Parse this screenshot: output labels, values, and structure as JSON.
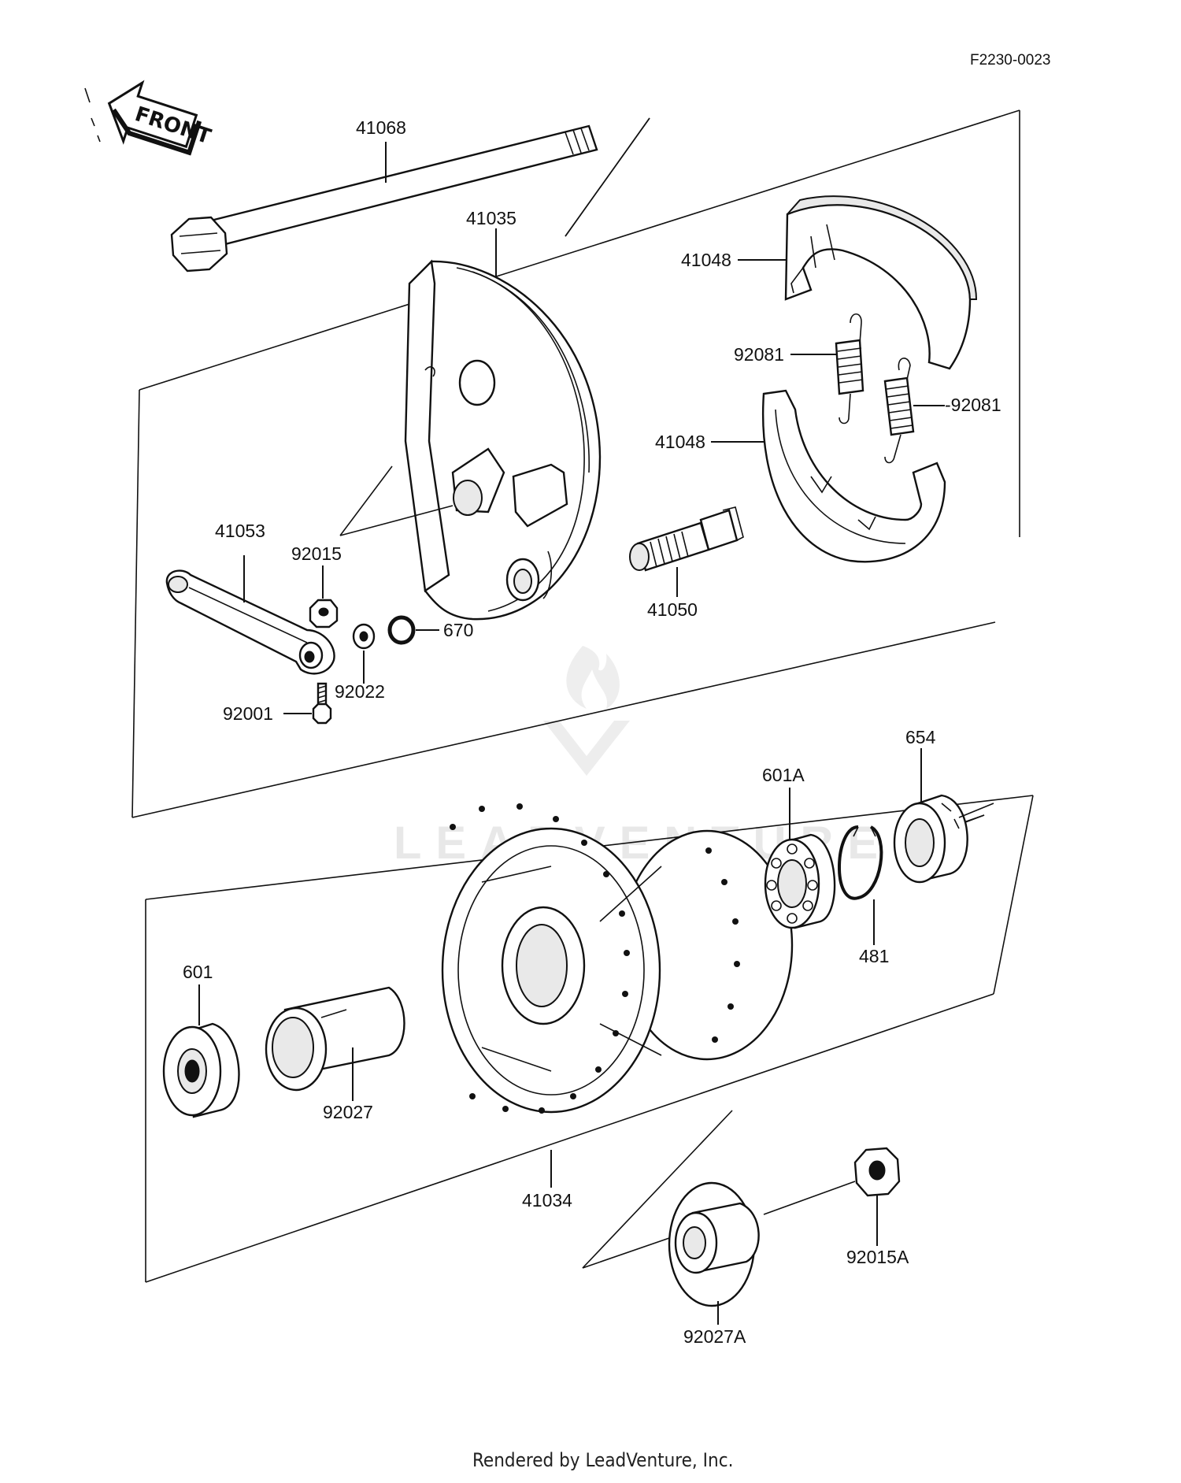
{
  "diagram_code": "F2230-0023",
  "front_label": "FRONT",
  "footer": "Rendered by LeadVenture, Inc.",
  "watermark_text": "LEADVENTURE",
  "colors": {
    "ink": "#111111",
    "background": "#ffffff",
    "watermark": "#e6e6e6"
  },
  "parts": {
    "axle": "41068",
    "brake_panel_assy": "41035",
    "brake_shoe_upper": "41048",
    "brake_shoe_lower": "41048",
    "spring_left": "92081",
    "spring_right": "-92081",
    "brake_lever": "41053",
    "nut": "92015",
    "washer": "92022",
    "oil_seal_ring": "670",
    "bolt": "92001",
    "brake_cam": "41050",
    "oil_seal": "654",
    "bearing_right": "601A",
    "circlip": "481",
    "bearing_left": "601",
    "spacer": "92027",
    "hub_assy": "41034",
    "collar": "92027A",
    "axle_nut": "92015A"
  }
}
